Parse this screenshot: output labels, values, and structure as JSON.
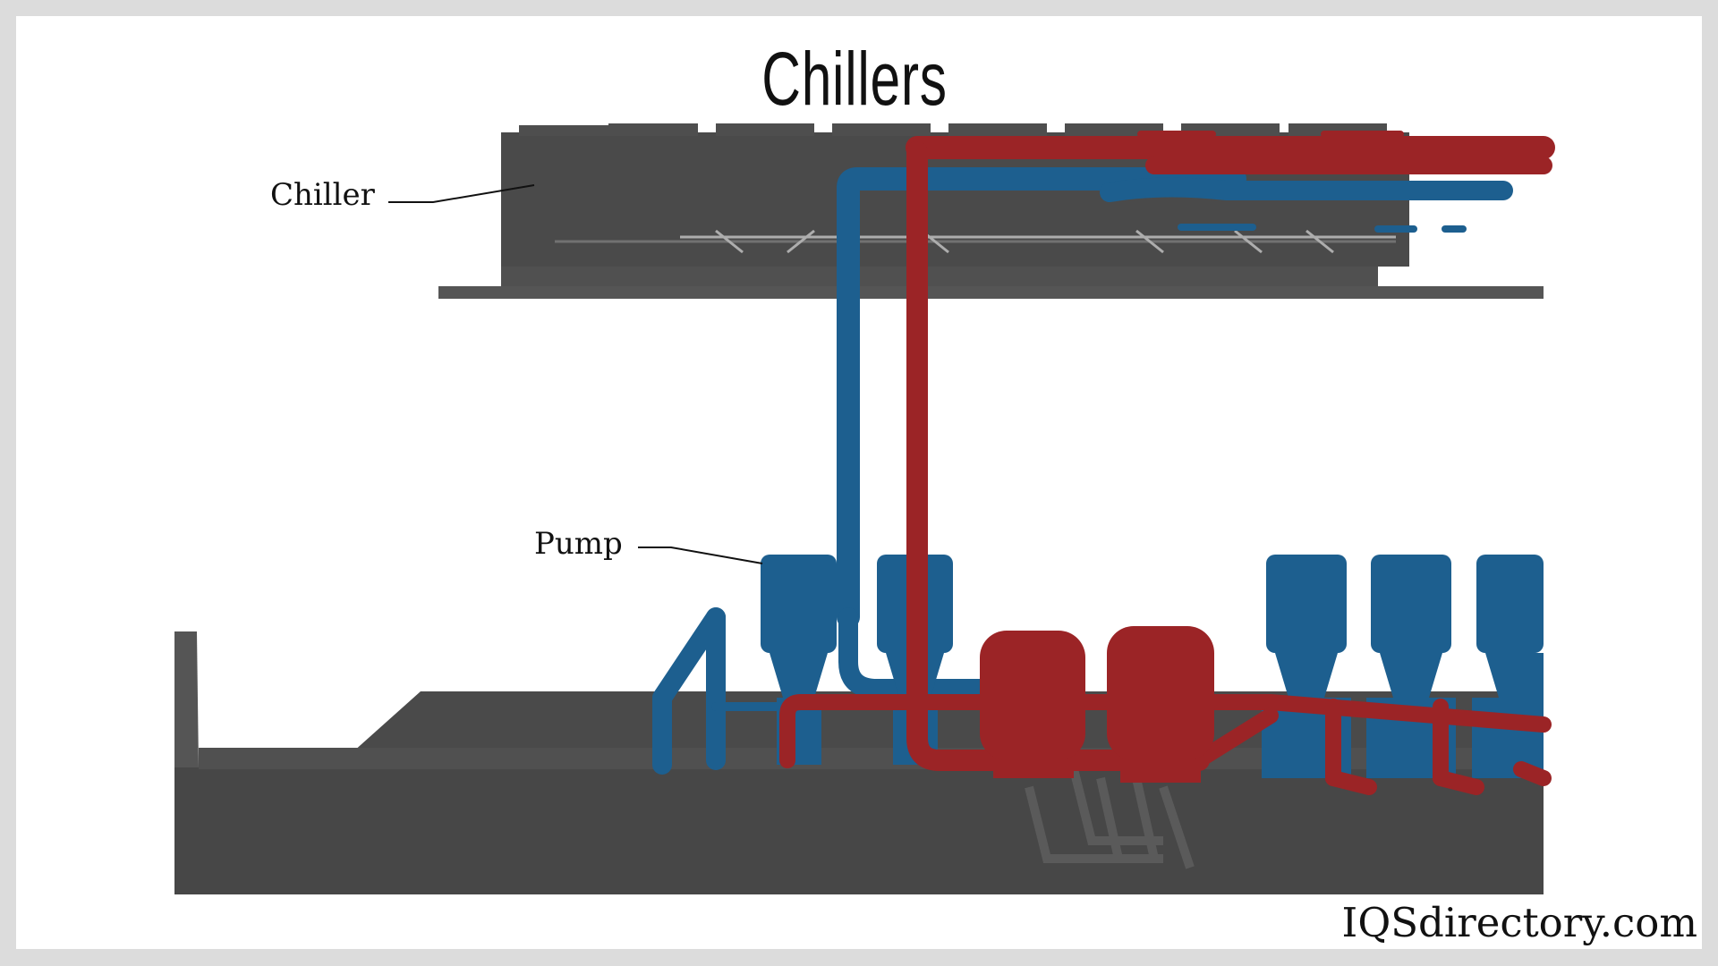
{
  "title": "Chillers",
  "labels": {
    "chiller": "Chiller",
    "pump": "Pump"
  },
  "footer": "IQSdirectory.com",
  "colors": {
    "chilled_water": "#1d5f8f",
    "hot_water": "#9b2426",
    "equipment": "#4a4a4a",
    "background": "#ffffff",
    "frame": "#dcdcdc"
  }
}
